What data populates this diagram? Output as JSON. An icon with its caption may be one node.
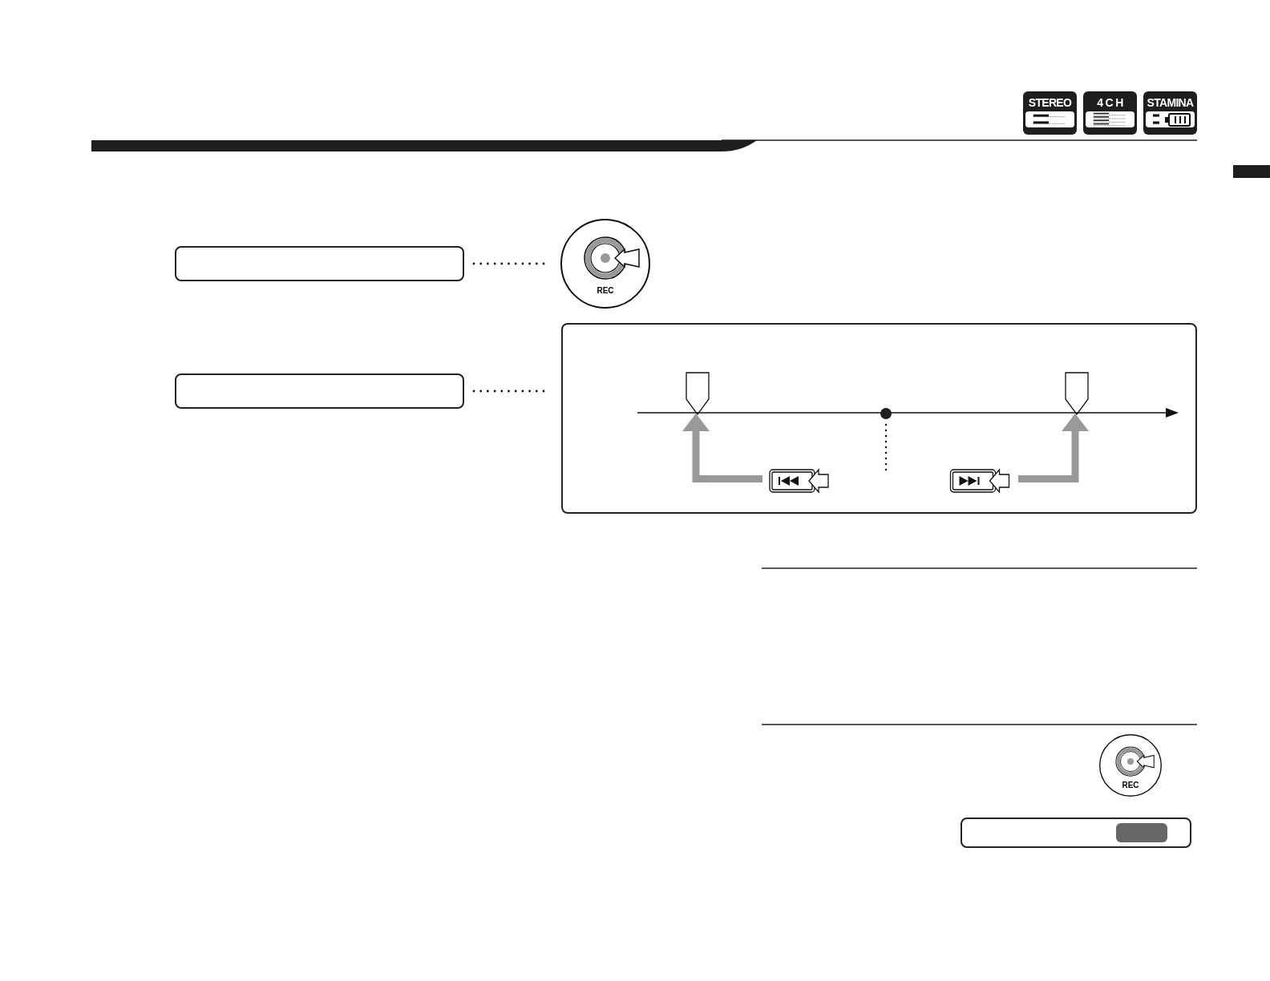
{
  "diagram": {
    "nodes": [
      {
        "text": [
          "STEREO"
        ]
      },
      {
        "text": [
          "4 C H"
        ]
      },
      {
        "text": [
          "STAMINA"
        ]
      },
      {
        "text": [],
        "shape": "box"
      },
      {
        "text": [
          "REC"
        ]
      },
      {
        "text": [],
        "shape": "box"
      },
      {
        "text": [],
        "shape": "box"
      },
      {
        "text": [],
        "shape": "marker",
        "in": 6
      },
      {
        "text": [],
        "shape": "marker",
        "in": 6
      },
      {
        "text": [],
        "shape": "picture",
        "in": 6
      },
      {
        "text": [],
        "shape": "picture",
        "in": 6
      },
      {
        "text": [
          "REC"
        ]
      },
      {
        "text": [],
        "shape": "box"
      }
    ],
    "edges": [
      {
        "from": 3,
        "to": 4,
        "arrow": "none",
        "style": "dashed"
      },
      {
        "from": 5,
        "to": 6,
        "arrow": "none",
        "style": "dashed"
      },
      {
        "from": 9,
        "to": 7,
        "arrow": "to",
        "style": "thick",
        "color": "#999999"
      },
      {
        "from": 10,
        "to": 8,
        "arrow": "to",
        "style": "thick",
        "color": "#999999"
      }
    ]
  }
}
